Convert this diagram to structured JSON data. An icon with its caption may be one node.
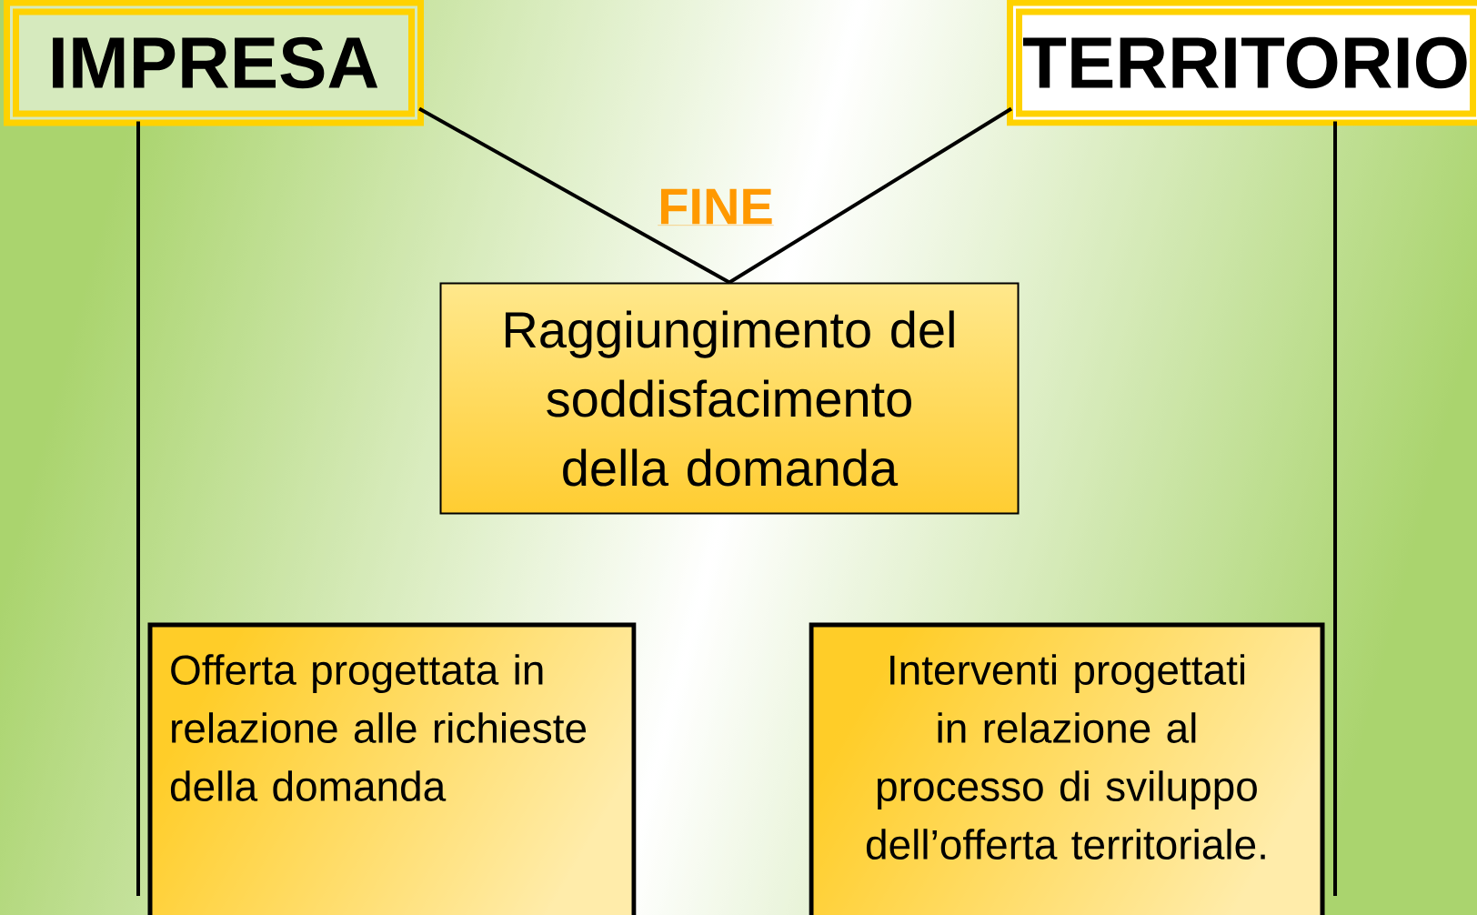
{
  "diagram": {
    "nodes": [
      {
        "text": [
          "IMPRESA"
        ]
      },
      {
        "text": [
          "TERRITORIO"
        ]
      },
      {
        "text": [
          "Raggiungimento del soddisfacimento della domanda"
        ]
      },
      {
        "text": [
          "Offerta progettata in relazione alle richieste della domanda"
        ]
      },
      {
        "text": [
          "Interventi progettati in relazione al processo di sviluppo dell’offerta territoriale."
        ]
      }
    ],
    "edges": [
      {
        "from": 0,
        "to": 2,
        "arrow": "none"
      },
      {
        "from": 1,
        "to": 2,
        "arrow": "none"
      },
      {
        "from": 0,
        "to": 3,
        "arrow": "none"
      },
      {
        "from": 1,
        "to": 4,
        "arrow": "none"
      }
    ],
    "labels": [
      "FINE"
    ]
  }
}
